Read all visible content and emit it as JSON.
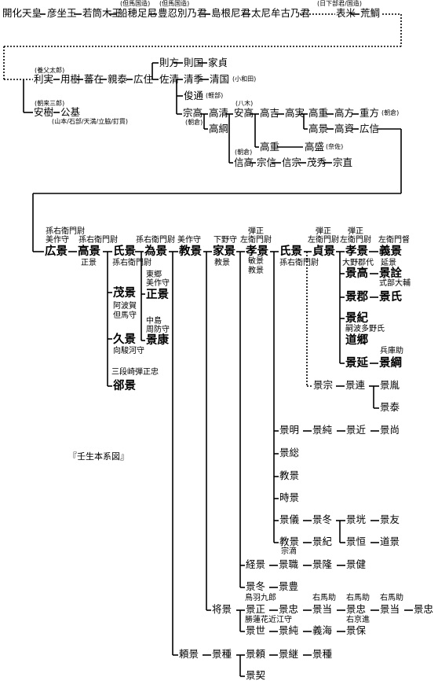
{
  "caption": "『壬生本系図』",
  "row1": {
    "kaika": "開化天皇",
    "hikoimasu": "彦坐王",
    "wakatsutsuki": "若筒木王",
    "funaho_note": "(但馬国造)",
    "funaho": "船穂足尼",
    "toyoshino_note": "(但馬国造)",
    "toyoshino": "豊忍別乃君",
    "shimane": "島根尼君",
    "futoni": "太尼牟古乃君",
    "omi_note": "(日下部君/国造)",
    "omi": "表米",
    "araumi": "荒鯛"
  },
  "row2": {
    "toshizane_note": "(養父太郎)",
    "toshizane": "利実",
    "mochiki": "用樹",
    "tokuzai": "蕃在",
    "chikayasu": "親泰",
    "hiromi": "広住",
    "norikata": "則方",
    "norikuni": "則国",
    "iesada": "家貞",
    "sukekiyo": "佐清",
    "kiyosue": "清季",
    "kiyokuni": "清国",
    "kiyokuni_note": "(小和田)",
    "toshimichi": "俊通",
    "toshimichi_note": "(軽部)",
    "asaku_note": "(朝来三郎)",
    "asaku": "安樹",
    "kimimoto": "公基",
    "kimimoto_note": "(山本/石部/天満/立脇/釘貫)"
  },
  "row3": {
    "munetaka": "宗高",
    "munetaka_note": "(朝倉)",
    "takakiyo": "高清",
    "takatsuna": "高綱",
    "yagi_note": "(八木)",
    "yasutaka": "安高",
    "takayoshi": "高吉",
    "takazane": "高実",
    "takashige": "高重",
    "takakata": "高方",
    "shigekata": "重方",
    "shigekata_note": "(朝倉)",
    "takakage": "高景",
    "takasuke": "高資",
    "hironobu": "広信",
    "takashige2": "高重",
    "takamori": "高盛",
    "takamori_note": "(奈佐)",
    "asakura_note": "(朝倉)",
    "nobutaka": "信高",
    "munenobu": "宗信",
    "nobumune": "信宗",
    "shigehide": "茂秀",
    "munenao": "宗直"
  },
  "gen": {
    "hirokage_t": "孫右衛門尉\n美作守",
    "hirokage": "広景",
    "takakage_t": "孫右衛門尉",
    "takakage": "高景",
    "takakage_sub": "正景",
    "ujikage": "氏景",
    "ujikage_sub": "孫右衛門尉",
    "tamekage_t": "孫右衛門尉",
    "tamekage": "為景",
    "norikage_t": "美作守",
    "norikage": "教景",
    "iekage_t": "下野守",
    "iekage": "家景",
    "iekage_sub": "教景",
    "takakage2_t": "弾正\n左衛門尉",
    "takakage2": "孝景",
    "takakage2_sub": "敏景\n教景",
    "ujikage2": "氏景",
    "ujikage2_sub": "孫右衛門尉",
    "sadakage_t": "弾正\n左衛門尉",
    "sadakage": "貞景",
    "takakage3_t": "弾正\n左衛門尉",
    "takakage3": "孝景",
    "takakage3_sub": "大野郡代",
    "yoshikage_t": "左衛門督",
    "yoshikage": "義景",
    "yoshikage_sub": "延景"
  },
  "tame": {
    "shigekage": "茂景",
    "shigekage_sub": "阿波賀\n但馬守",
    "hisakage": "久景",
    "hisakage_sub": "向駿河守",
    "kakage_t": "三段崎弾正忠",
    "kakage": "郤景",
    "tokage_t": "東郷\n美作守",
    "tokage": "正景",
    "kageyasu_t": "中島\n周防守",
    "kageyasu": "景康"
  },
  "taka": {
    "kagetaka": "景高",
    "kagetaka_2": "景詮",
    "kagetaka_2_sub": "式部大輔",
    "kagesato": "景郡",
    "kageuji": "景氏",
    "kagenori": "景紀",
    "kagenori_sub": "嗣波多野氏",
    "michisato": "道郷",
    "kagenobu": "景延",
    "kagetsuna_t": "兵庫助",
    "kagetsuna": "景綱",
    "kagemune": "景宗",
    "kageren": "景連",
    "kagetoshi": "景胤",
    "kageyasu2": "景泰"
  },
  "uji": {
    "kageaki": "景明",
    "kagesumi": "景純",
    "kagechika": "景近",
    "kagehisa": "景尚",
    "kagefusa": "景総",
    "norikage": "教景",
    "tokikage": "時景",
    "kagenori2": "景儀",
    "kagefuyu": "景冬",
    "kagetsugu": "景垙",
    "kagetomo": "景友",
    "norikage2": "教景",
    "norikage2_sub": "宗滴",
    "kagenori3": "景紀",
    "kagetsune": "景恒",
    "michikage": "道景"
  },
  "ie": {
    "tsunekage": "経景",
    "kagemoto": "景職",
    "kagetaka2": "景隆",
    "kagetake": "景健",
    "kagefuyu2": "景冬",
    "kagetoyo": "景豊",
    "masakage": "将景",
    "kagemasa_t": "鳥羽九郎",
    "kagemasa": "景正",
    "kagetada": "景忠",
    "kagemasa2_t": "右馬助",
    "kagemasa2": "景当",
    "kagetada2_t": "右馬助",
    "kagetada2": "景忠",
    "kagemasa3_t": "右馬助",
    "kagemasa3": "景当",
    "kagetada3": "景忠",
    "kageyo_t": "勝蓮花近江守",
    "kageyo": "景世",
    "kagesumi2": "景純",
    "yoshiumi": "義海",
    "kageho_t": "右京進",
    "kageho": "景保",
    "yorikage": "頼景",
    "kagetane": "景種",
    "kageyori": "景頼",
    "kagetsugu2": "景継",
    "kagetane2": "景種",
    "kagechigi": "景契"
  }
}
